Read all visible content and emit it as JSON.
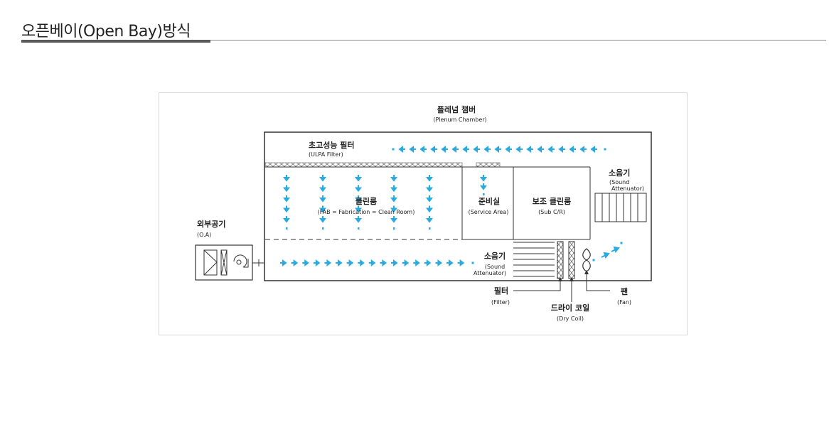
{
  "header": {
    "title": "오픈베이(Open Bay)방식"
  },
  "diagram": {
    "plenum": {
      "label": "플레넘 챔버",
      "sub": "(Plenum Chamber)"
    },
    "ulpa": {
      "label": "초고성능 필터",
      "sub": "(ULPA Filter)"
    },
    "cleanroom": {
      "label": "클린룸",
      "sub": "(FAB = Fabrication = Clean Room)"
    },
    "service": {
      "label": "준비실",
      "sub": "(Service Area)"
    },
    "subcr": {
      "label": "보조 클린룸",
      "sub": "(Sub C/R)"
    },
    "attenuator_top": {
      "label": "소음기",
      "sub1": "(Sound",
      "sub2": "Attenuator)"
    },
    "attenuator_bottom": {
      "label": "소음기",
      "sub1": "(Sound",
      "sub2": "Attenuator)"
    },
    "outside_air": {
      "label": "외부공기",
      "sub": "(O.A)"
    },
    "filter": {
      "label": "필터",
      "sub": "(Filter)"
    },
    "dry_coil": {
      "label": "드라이 코일",
      "sub": "(Dry Coil)"
    },
    "fan": {
      "label": "팬",
      "sub": "(Fan)"
    },
    "colors": {
      "airflow": "#29abe2",
      "line": "#333333",
      "frame": "#d8d8d8"
    }
  }
}
